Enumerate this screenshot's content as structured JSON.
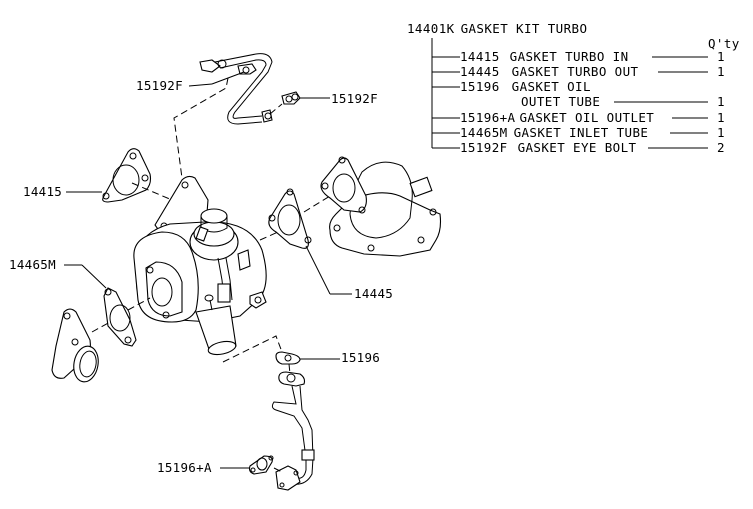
{
  "kit": {
    "part_no": "14401K",
    "name": "GASKET KIT TURBO",
    "qty_header": "Q'ty",
    "items": [
      {
        "part_no": "14415",
        "name": "GASKET TURBO IN",
        "qty": "1"
      },
      {
        "part_no": "14445",
        "name": "GASKET TURBO OUT",
        "qty": "1"
      },
      {
        "part_no": "15196",
        "name": "GASKET OIL",
        "name_line2": "OUTET TUBE",
        "qty": "1"
      },
      {
        "part_no": "15196+A",
        "name": "GASKET OIL OUTLET",
        "qty": "1"
      },
      {
        "part_no": "14465M",
        "name": "GASKET INLET TUBE",
        "qty": "1"
      },
      {
        "part_no": "15192F",
        "name": "GASKET EYE BOLT",
        "qty": "2"
      }
    ]
  },
  "callouts": {
    "c15192f_left": "15192F",
    "c15192f_right": "15192F",
    "c14415": "14415",
    "c14465m": "14465M",
    "c14445": "14445",
    "c15196": "15196",
    "c15196a": "15196+A"
  }
}
